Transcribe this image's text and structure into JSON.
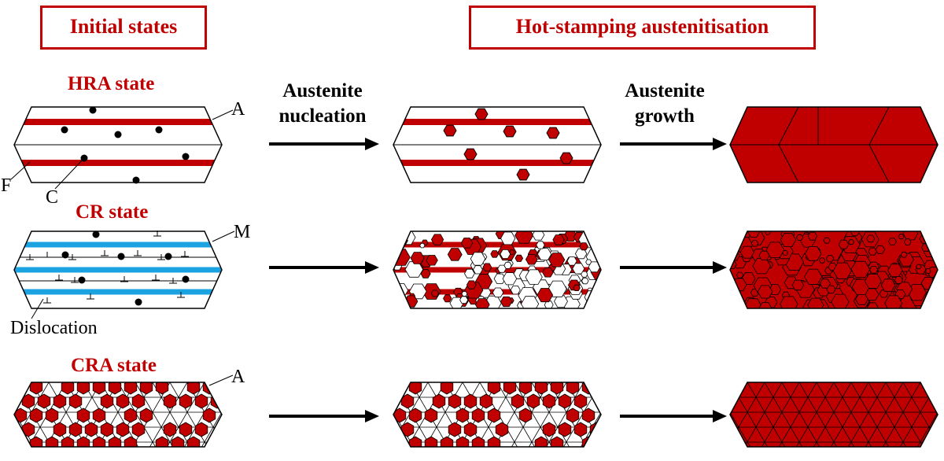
{
  "headers": {
    "initial": "Initial states",
    "hot_stamping": "Hot-stamping austenitisation"
  },
  "states": {
    "hra": "HRA state",
    "cr": "CR state",
    "cra": "CRA state"
  },
  "steps": {
    "nucleation": [
      "Austenite",
      "nucleation"
    ],
    "growth": [
      "Austenite",
      "growth"
    ]
  },
  "phase_labels": {
    "austenite_hra": "A",
    "ferrite": "F",
    "carbide": "C",
    "martensite": "M",
    "dislocation": "Dislocation",
    "austenite_cra": "A"
  },
  "colors": {
    "austenite": "#c00000",
    "martensite": "#1aa3e0",
    "outline": "#000000"
  }
}
